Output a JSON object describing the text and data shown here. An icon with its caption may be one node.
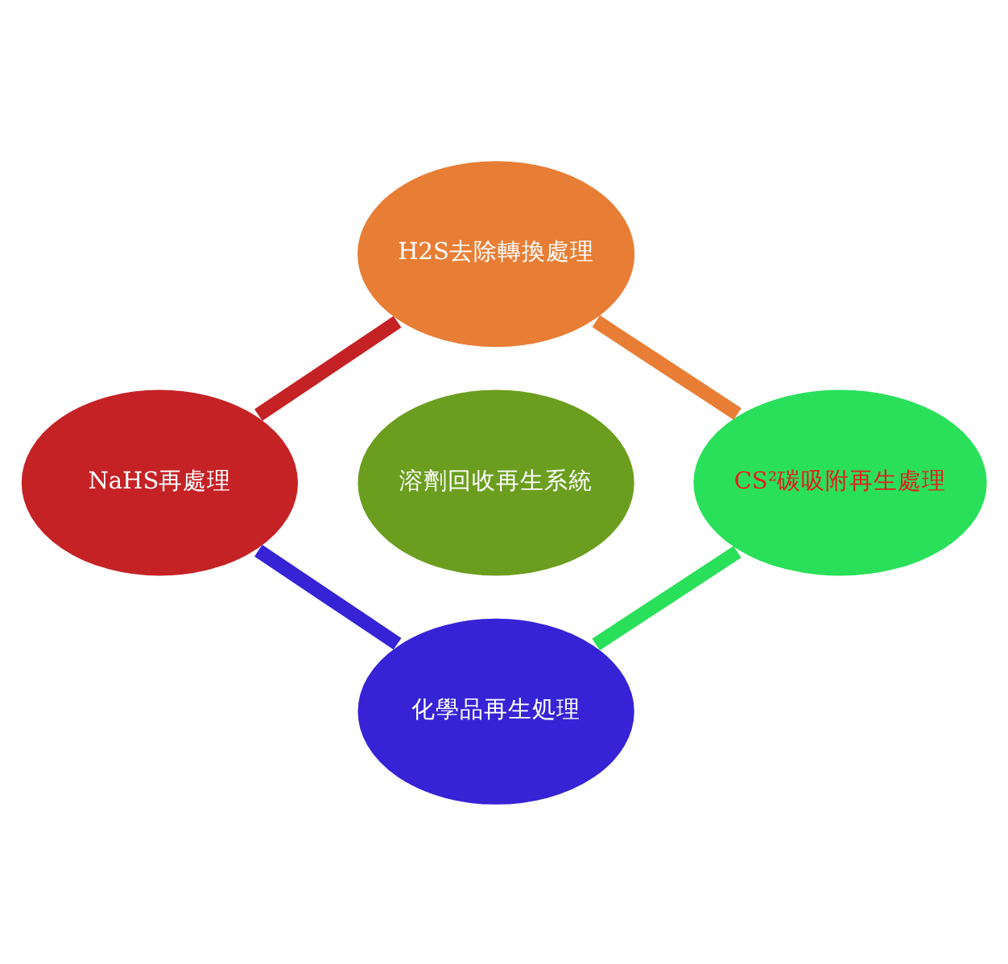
{
  "diagram": {
    "nodes": [
      {
        "text": [
          "H2S去除轉換處理"
        ]
      },
      {
        "text": [
          "NaHS再處理"
        ]
      },
      {
        "text": [
          "溶劑回收再生系統"
        ]
      },
      {
        "text": [
          "CS²碳吸附再生處理"
        ]
      },
      {
        "text": [
          "化學品再生処理"
        ]
      }
    ],
    "edges": [
      {
        "from": 0,
        "to": 3,
        "arrow": "none",
        "color": "#e87e35"
      },
      {
        "from": 3,
        "to": 4,
        "arrow": "none",
        "color": "#2ae05a"
      },
      {
        "from": 4,
        "to": 1,
        "arrow": "none",
        "color": "#3623d6"
      },
      {
        "from": 1,
        "to": 0,
        "arrow": "none",
        "color": "#c52226"
      }
    ]
  }
}
